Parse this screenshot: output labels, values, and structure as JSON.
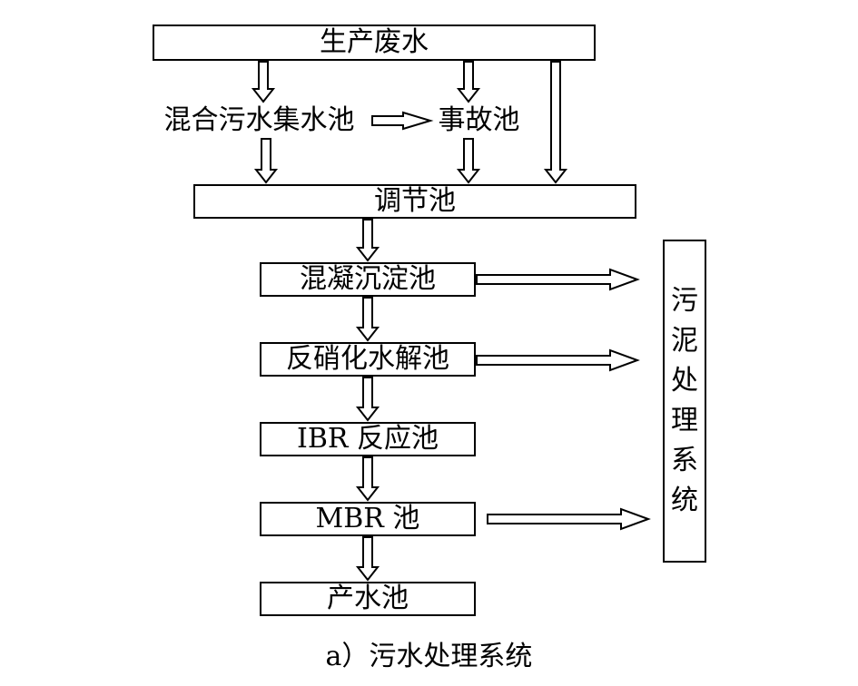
{
  "nodes": {
    "raw_wastewater": "生产废水",
    "mixing_tank": "混合污水集水池",
    "accident_tank": "事故池",
    "equalization_tank": "调节池",
    "coag_settling_tank": "混凝沉淀池",
    "denitrification_tank": "反硝化水解池",
    "ibr_tank": "IBR 反应池",
    "mbr_tank": "MBR 池",
    "product_tank": "产水池",
    "sludge_system": [
      "污",
      "泥",
      "处",
      "理",
      "系",
      "统"
    ]
  },
  "caption": "a）污水处理系统"
}
